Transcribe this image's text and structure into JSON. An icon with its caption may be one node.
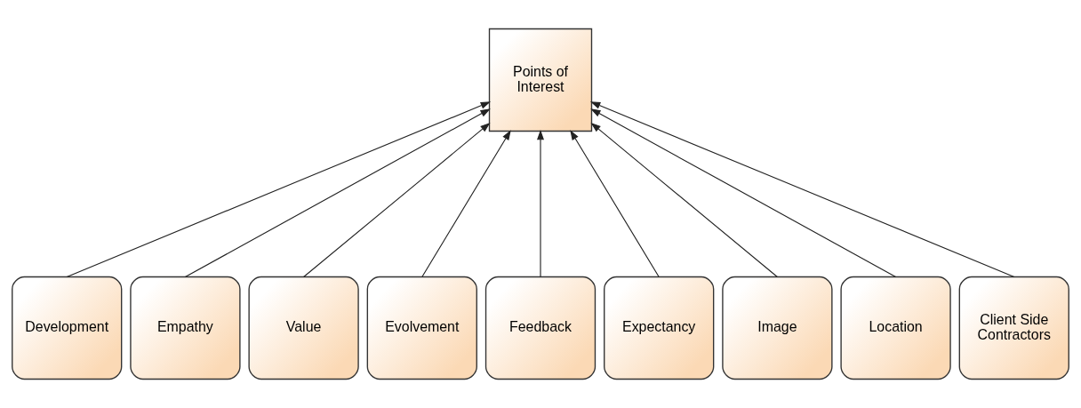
{
  "diagram": {
    "nodes": [
      {
        "text": [
          "Points of Interest"
        ]
      },
      {
        "text": [
          "Development"
        ]
      },
      {
        "text": [
          "Empathy"
        ]
      },
      {
        "text": [
          "Value"
        ]
      },
      {
        "text": [
          "Evolvement"
        ]
      },
      {
        "text": [
          "Feedback"
        ]
      },
      {
        "text": [
          "Expectancy"
        ]
      },
      {
        "text": [
          "Image"
        ]
      },
      {
        "text": [
          "Location"
        ]
      },
      {
        "text": [
          "Client Side Contractors"
        ]
      }
    ],
    "edges": [
      {
        "from": 1,
        "to": 0,
        "arrow": "to"
      },
      {
        "from": 2,
        "to": 0,
        "arrow": "to"
      },
      {
        "from": 3,
        "to": 0,
        "arrow": "to"
      },
      {
        "from": 4,
        "to": 0,
        "arrow": "to"
      },
      {
        "from": 5,
        "to": 0,
        "arrow": "to"
      },
      {
        "from": 6,
        "to": 0,
        "arrow": "to"
      },
      {
        "from": 7,
        "to": 0,
        "arrow": "to"
      },
      {
        "from": 8,
        "to": 0,
        "arrow": "to"
      },
      {
        "from": 9,
        "to": 0,
        "arrow": "to"
      }
    ]
  }
}
